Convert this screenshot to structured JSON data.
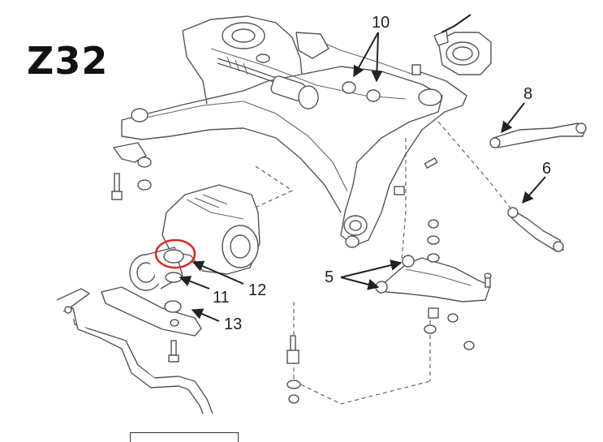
{
  "title": "Z32",
  "callouts": {
    "c5": "5",
    "c6": "6",
    "c8": "8",
    "c10": "10",
    "c11": "11",
    "c12": "12",
    "c13": "13"
  },
  "colors": {
    "highlight_circle": "#d62a2a",
    "line_art": "#555555",
    "text": "#222222"
  }
}
